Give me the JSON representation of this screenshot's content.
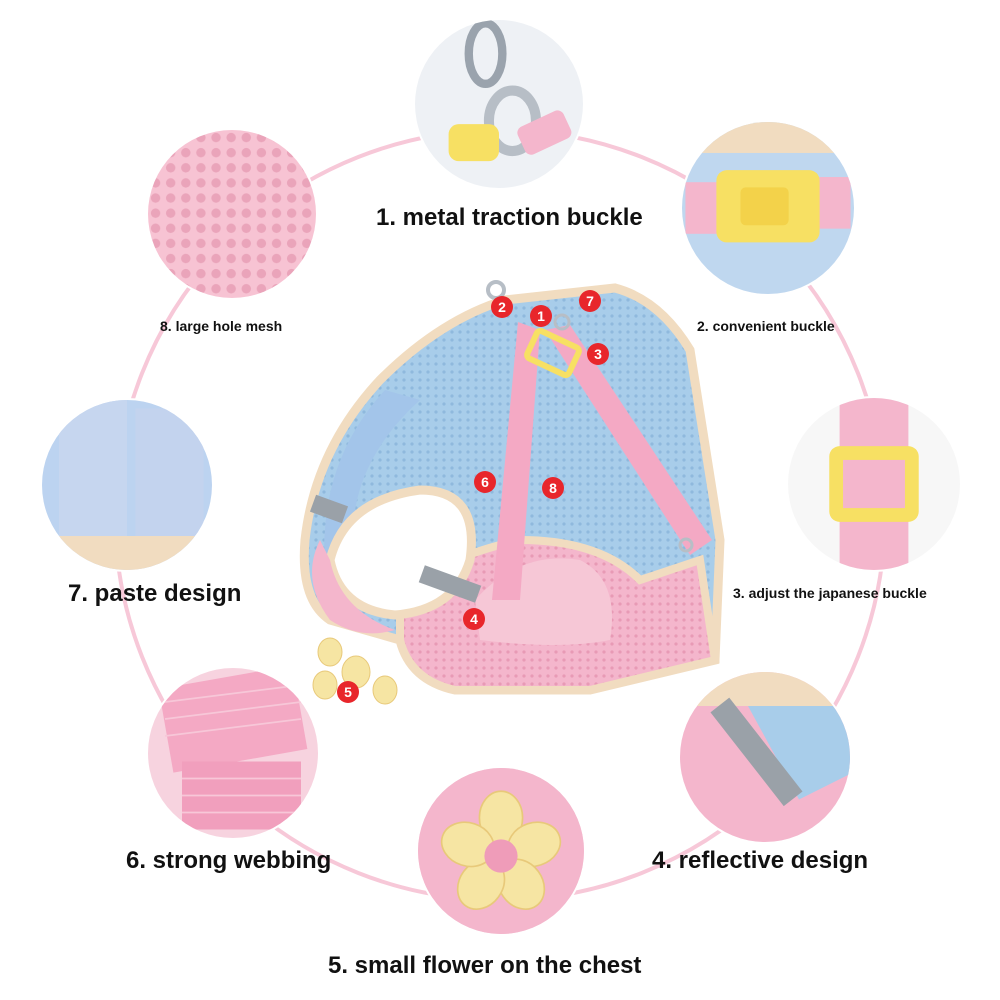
{
  "features": [
    {
      "label": "1. metal traction buckle",
      "icon": "metal-buckle-photo"
    },
    {
      "label": "2. convenient buckle",
      "icon": "buckle-photo"
    },
    {
      "label": "3. adjust the japanese buckle",
      "icon": "square-buckle-photo"
    },
    {
      "label": "4. reflective design",
      "icon": "reflective-strip-photo"
    },
    {
      "label": "5. small flower on the chest",
      "icon": "flower-photo"
    },
    {
      "label": "6. strong webbing",
      "icon": "webbing-photo"
    },
    {
      "label": "7. paste design",
      "icon": "velcro-photo"
    },
    {
      "label": "8. large hole mesh",
      "icon": "mesh-photo"
    }
  ],
  "markers": [
    "1",
    "2",
    "3",
    "4",
    "5",
    "6",
    "7",
    "8"
  ],
  "colors": {
    "ring": "#f7c8d8",
    "harness_blue": "#a8cdea",
    "harness_pink": "#f4b6cc",
    "trim": "#f1dcc0",
    "marker": "#e8262b",
    "buckle_yellow": "#f7e063"
  }
}
